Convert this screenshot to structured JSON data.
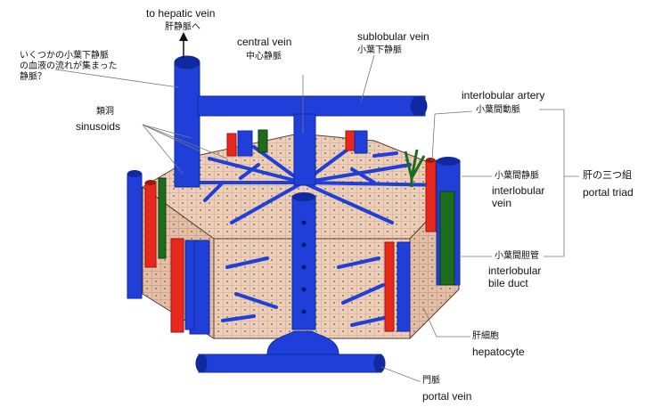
{
  "labels": {
    "to_hepatic_vein_en": "to hepatic vein",
    "to_hepatic_vein_ja": "肝静脈へ",
    "collecting_vein_ja": "いくつかの小葉下静脈\nの血液の流れが集まった\n静脈？",
    "central_vein_en": "central vein",
    "central_vein_ja": "中心静脈",
    "sublobular_vein_en": "sublobular vein",
    "sublobular_vein_ja": "小葉下静脈",
    "sinusoids_ja": "類洞",
    "sinusoids_en": "sinusoids",
    "interlobular_artery_en": "interlobular artery",
    "interlobular_artery_ja": "小葉間動脈",
    "interlobular_vein_ja": "小葉間静脈",
    "interlobular_vein_en": "interlobular\nvein",
    "portal_triad_ja": "肝の三つ組",
    "portal_triad_en": "portal triad",
    "bile_duct_ja": "小葉間胆管",
    "bile_duct_en": "interlobular\nbile duct",
    "hepatocyte_ja": "肝細胞",
    "hepatocyte_en": "hepatocyte",
    "portal_vein_ja": "門脈",
    "portal_vein_en": "portal vein"
  },
  "colors": {
    "vein_blue": "#1f3fd8",
    "vein_dark": "#0f2aa0",
    "artery_red": "#e8281c",
    "bile_green": "#1d6b1d",
    "hepatocyte_pink": "#f0cdb8",
    "leader_line": "#777777"
  }
}
